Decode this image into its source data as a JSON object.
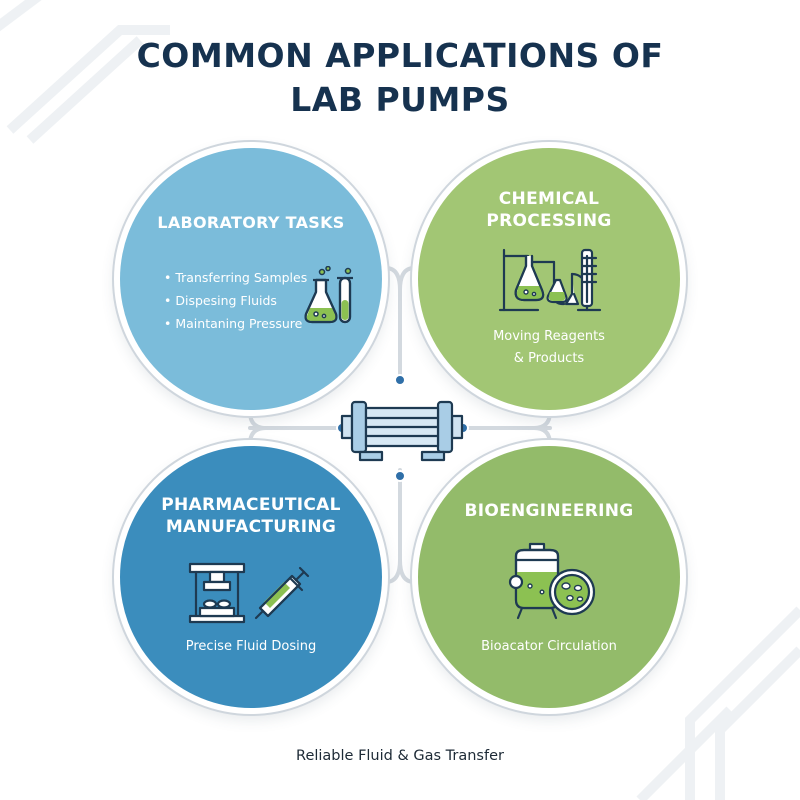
{
  "title": {
    "line1": "COMMON APPLICATIONS OF",
    "line2": "LAB PUMPS"
  },
  "nodes": {
    "laboratory": {
      "heading": "LABORATORY TASKS",
      "items": [
        "Transferring Samples",
        "Dispesing Fluids",
        "Maintaning Pressure"
      ],
      "icon": "flask-test-tube-icon",
      "color": "#7bbcda"
    },
    "chemical": {
      "heading_line1": "CHEMICAL",
      "heading_line2": "PROCESSING",
      "caption_line1": "Moving Reagents",
      "caption_line2": "& Products",
      "icon": "distillation-apparatus-icon",
      "color": "#a2c674"
    },
    "pharmaceutical": {
      "heading_line1": "PHARMACEUTICAL",
      "heading_line2": "MANUFACTURING",
      "caption": "Precise Fluid Dosing",
      "icon": "pill-press-syringe-icon",
      "color": "#3b8dbd"
    },
    "bioengineering": {
      "heading": "BIOENGINEERING",
      "caption": "Bioacator Circulation",
      "icon": "bioreactor-petri-dish-icon",
      "color": "#93bb6a"
    }
  },
  "center": {
    "icon": "lab-pump-icon"
  },
  "footer": "Reliable Fluid & Gas Transfer"
}
